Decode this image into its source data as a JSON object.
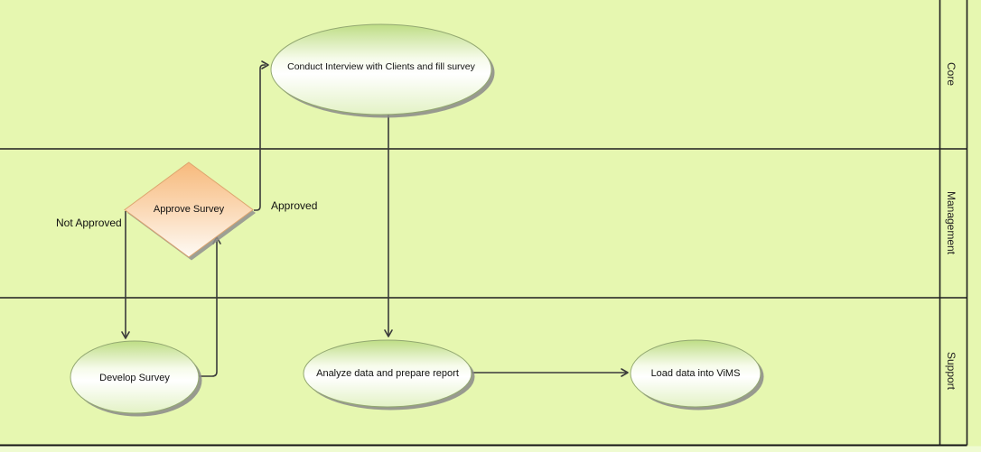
{
  "diagram": {
    "lanes": [
      {
        "label": "Core"
      },
      {
        "label": "Management"
      },
      {
        "label": "Support"
      }
    ],
    "nodes": {
      "conduct_interview": {
        "label": "Conduct Interview with Clients and fill survey",
        "type": "ellipse"
      },
      "approve_survey": {
        "label": "Approve Survey",
        "type": "decision-diamond"
      },
      "develop_survey": {
        "label": "Develop Survey",
        "type": "ellipse"
      },
      "analyze_data": {
        "label": "Analyze data and prepare report",
        "type": "ellipse"
      },
      "load_data": {
        "label": "Load data into ViMS",
        "type": "ellipse"
      }
    },
    "edge_labels": {
      "approved": "Approved",
      "not_approved": "Not Approved"
    },
    "colors": {
      "background": "#e6f7b0",
      "footer_strip": "#effbd1",
      "lane_line": "#1f1f1f",
      "connector": "#3a3a3a",
      "node_green_top": "#bedd85",
      "node_green_mid": "#ffffff",
      "node_green_bottom": "#e3f2c5",
      "node_border": "#93a871",
      "diamond_top": "#f7b97b",
      "diamond_bottom": "#fefaf5",
      "diamond_border": "#dda56e",
      "shadow": "#8a8a8a",
      "text": "#111111"
    }
  }
}
